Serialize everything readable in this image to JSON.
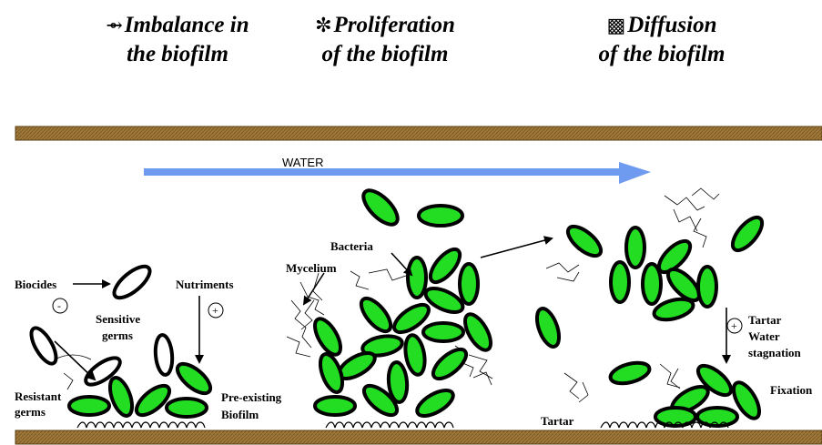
{
  "headers": [
    {
      "icon": "⇴",
      "icon_name": "arrow-icon",
      "line1": "Imbalance in",
      "line2": "the biofilm"
    },
    {
      "icon": "✼",
      "icon_name": "flower-icon",
      "line1": "Proliferation",
      "line2": "of the biofilm"
    },
    {
      "icon": "▩",
      "icon_name": "pattern-square-icon",
      "line1": "Diffusion",
      "line2": "of the biofilm"
    }
  ],
  "labels": {
    "water": "WATER",
    "biocides": "Biocides",
    "minus": "-",
    "sensitive_1": "Sensitive",
    "sensitive_2": "germs",
    "nutriments": "Nutriments",
    "plus": "+",
    "resistant_1": "Resistant",
    "resistant_2": "germs",
    "preexisting_1": "Pre-existing",
    "preexisting_2": "Biofilm",
    "bacteria": "Bacteria",
    "mycelium": "Mycelium",
    "tartar_water_1": "Tartar",
    "tartar_water_2": "Water",
    "tartar_water_3": "stagnation",
    "plus2": "+",
    "fixation": "Fixation",
    "tartar": "Tartar"
  },
  "colors": {
    "pipe": "#a0793a",
    "water_arrow": "#6e9bf0",
    "bacteria": "#22dd22"
  }
}
